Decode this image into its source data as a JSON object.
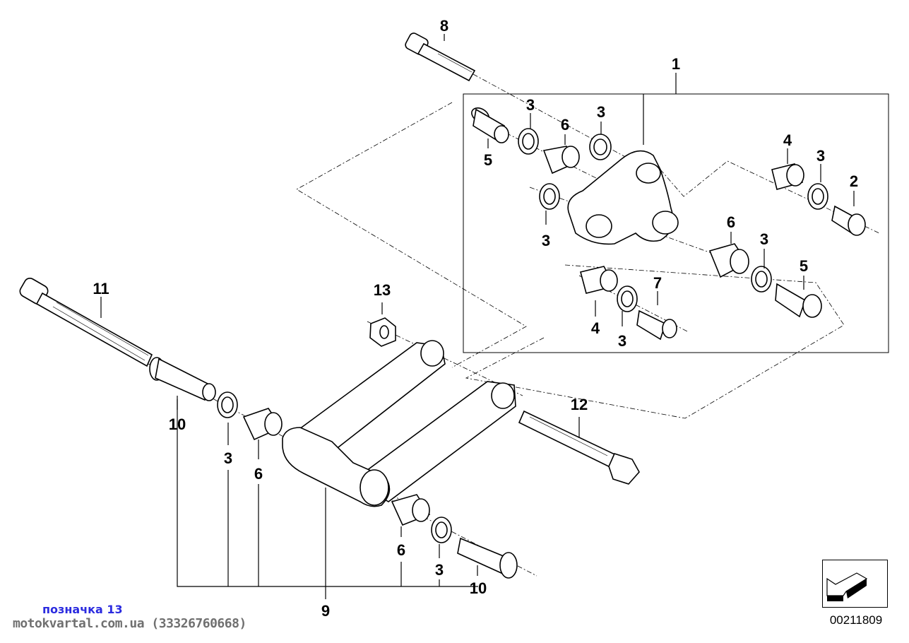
{
  "diagram": {
    "title": "Parts diagram – rear suspension lever / linkage",
    "callouts": [
      {
        "id": "c8",
        "label": "8"
      },
      {
        "id": "c1",
        "label": "1"
      },
      {
        "id": "c3a",
        "label": "3"
      },
      {
        "id": "c6a",
        "label": "6"
      },
      {
        "id": "c3b",
        "label": "3"
      },
      {
        "id": "c5a",
        "label": "5"
      },
      {
        "id": "c4a",
        "label": "4"
      },
      {
        "id": "c3c",
        "label": "3"
      },
      {
        "id": "c2",
        "label": "2"
      },
      {
        "id": "c3d",
        "label": "3"
      },
      {
        "id": "c6b",
        "label": "6"
      },
      {
        "id": "c3e",
        "label": "3"
      },
      {
        "id": "c5b",
        "label": "5"
      },
      {
        "id": "c7",
        "label": "7"
      },
      {
        "id": "c4b",
        "label": "4"
      },
      {
        "id": "c3f",
        "label": "3"
      },
      {
        "id": "c11",
        "label": "11"
      },
      {
        "id": "c13",
        "label": "13"
      },
      {
        "id": "c12",
        "label": "12"
      },
      {
        "id": "c10a",
        "label": "10"
      },
      {
        "id": "c3g",
        "label": "3"
      },
      {
        "id": "c6c",
        "label": "6"
      },
      {
        "id": "c6d",
        "label": "6"
      },
      {
        "id": "c3h",
        "label": "3"
      },
      {
        "id": "c10b",
        "label": "10"
      },
      {
        "id": "c9",
        "label": "9"
      }
    ]
  },
  "caption": "позначка 13",
  "watermark": "motokvartal.com.ua (33326760668)",
  "reference": {
    "icon": "arrow-left-down-icon",
    "number": "00211809"
  },
  "colors": {
    "caption": "#2b2bdf",
    "watermark": "#707070",
    "lines": "#000000"
  }
}
